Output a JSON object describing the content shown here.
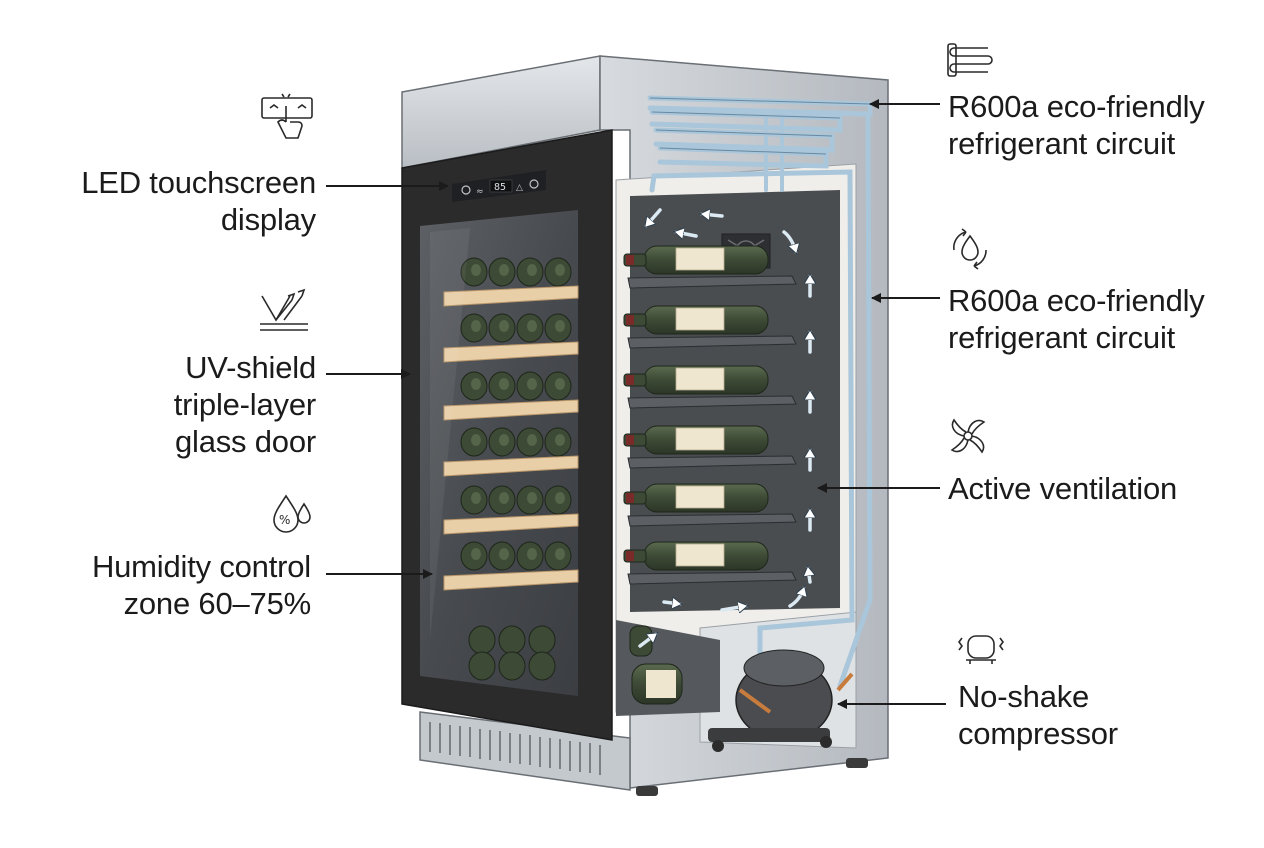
{
  "callouts": {
    "touchscreen": {
      "lines": [
        "LED touchscreen",
        "display"
      ],
      "icon": "touch-panel-icon"
    },
    "glass_door": {
      "lines": [
        "UV-shield",
        "triple-layer",
        "glass door"
      ],
      "icon": "uv-shield-icon"
    },
    "humidity": {
      "lines": [
        "Humidity control",
        "zone 60–75%"
      ],
      "icon": "humidity-drops-icon"
    },
    "refrigerant_top": {
      "lines": [
        "R600a eco-friendly",
        "refrigerant circuit"
      ],
      "icon": "refrigerant-coil-icon"
    },
    "refrigerant_mid": {
      "lines": [
        "R600a eco-friendly",
        "refrigerant circuit"
      ],
      "icon": "eco-cycle-drop-icon"
    },
    "ventilation": {
      "lines": [
        "Active ventilation"
      ],
      "icon": "fan-icon"
    },
    "compressor": {
      "lines": [
        "No-shake",
        "compressor"
      ],
      "icon": "compressor-vibration-icon"
    }
  },
  "display_readout": "85",
  "colors": {
    "cabinet_steel": "#c9ced3",
    "door_frame": "#2b2b2b",
    "interior_dark": "#4a4d50",
    "bottle_green": "#3d4a36",
    "shelf_wood": "#e9cfa8",
    "airflow_blue": "#9cc3dc",
    "pipe_blue": "#b7d3e6"
  }
}
